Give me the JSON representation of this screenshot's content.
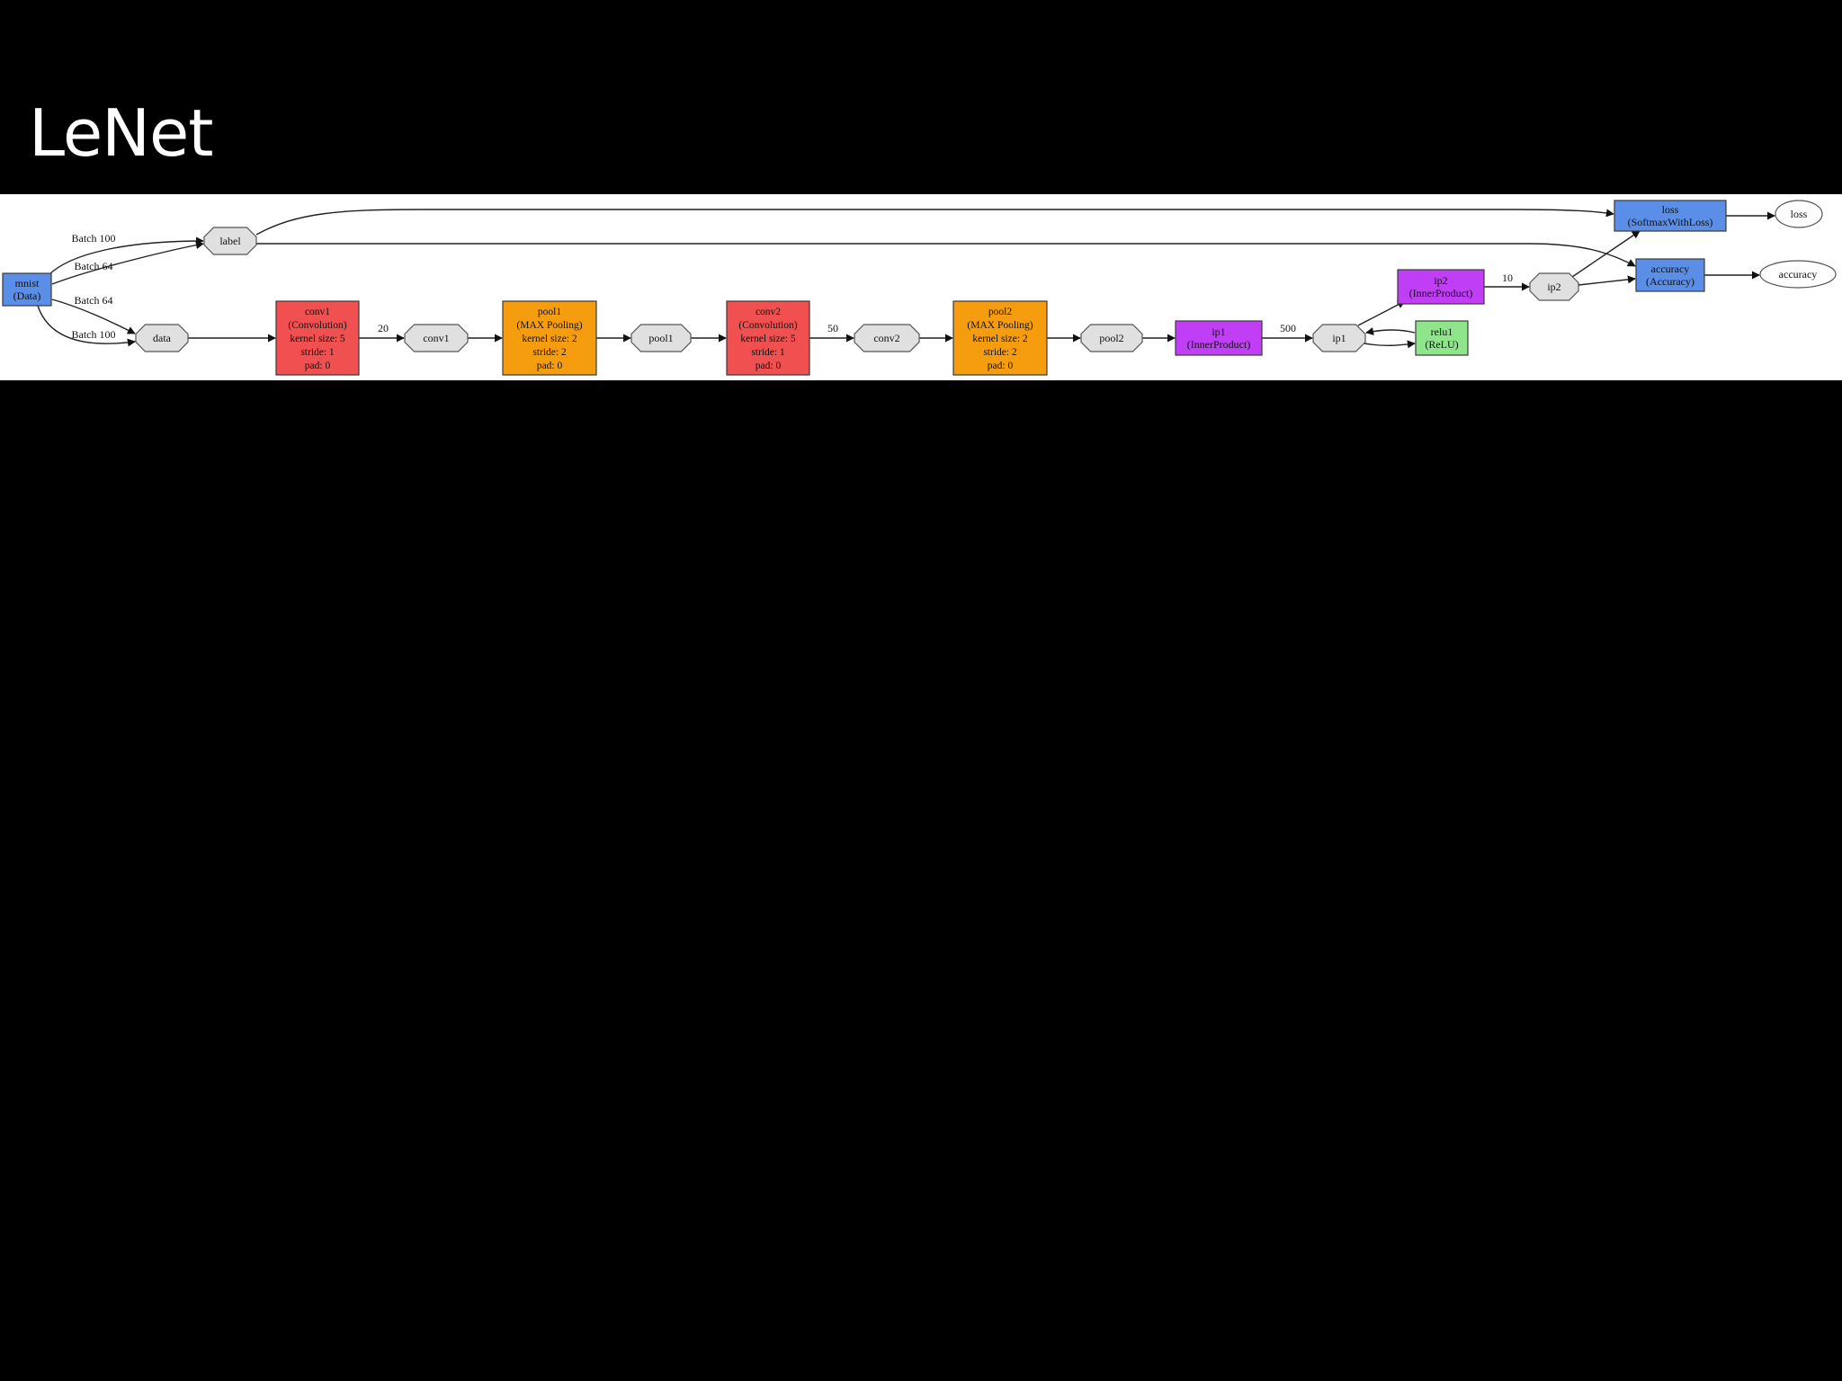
{
  "slide": {
    "title": "LeNet"
  },
  "colors": {
    "data_layer": "#5b8ee6",
    "convolution": "#f05050",
    "pooling": "#f59d0f",
    "inner_product": "#c03ef5",
    "relu": "#8fe68a",
    "blob": "#e0e0e0",
    "loss_layer": "#5b8ee6",
    "output": "#ffffff"
  },
  "diagram": {
    "nodes": [
      {
        "id": "mnist",
        "shape": "rect",
        "type": "data_layer",
        "lines": [
          "mnist",
          "(Data)"
        ]
      },
      {
        "id": "label_blob",
        "shape": "octagon",
        "type": "blob",
        "lines": [
          "label"
        ]
      },
      {
        "id": "data_blob",
        "shape": "octagon",
        "type": "blob",
        "lines": [
          "data"
        ]
      },
      {
        "id": "conv1",
        "shape": "rect",
        "type": "convolution",
        "lines": [
          "conv1",
          "(Convolution)",
          "kernel size: 5",
          "stride: 1",
          "pad: 0"
        ]
      },
      {
        "id": "conv1_blob",
        "shape": "octagon",
        "type": "blob",
        "lines": [
          "conv1"
        ]
      },
      {
        "id": "pool1",
        "shape": "rect",
        "type": "pooling",
        "lines": [
          "pool1",
          "(MAX Pooling)",
          "kernel size: 2",
          "stride: 2",
          "pad: 0"
        ]
      },
      {
        "id": "pool1_blob",
        "shape": "octagon",
        "type": "blob",
        "lines": [
          "pool1"
        ]
      },
      {
        "id": "conv2",
        "shape": "rect",
        "type": "convolution",
        "lines": [
          "conv2",
          "(Convolution)",
          "kernel size: 5",
          "stride: 1",
          "pad: 0"
        ]
      },
      {
        "id": "conv2_blob",
        "shape": "octagon",
        "type": "blob",
        "lines": [
          "conv2"
        ]
      },
      {
        "id": "pool2",
        "shape": "rect",
        "type": "pooling",
        "lines": [
          "pool2",
          "(MAX Pooling)",
          "kernel size: 2",
          "stride: 2",
          "pad: 0"
        ]
      },
      {
        "id": "pool2_blob",
        "shape": "octagon",
        "type": "blob",
        "lines": [
          "pool2"
        ]
      },
      {
        "id": "ip1",
        "shape": "rect",
        "type": "inner_product",
        "lines": [
          "ip1",
          "(InnerProduct)"
        ]
      },
      {
        "id": "ip1_blob",
        "shape": "octagon",
        "type": "blob",
        "lines": [
          "ip1"
        ]
      },
      {
        "id": "relu1",
        "shape": "rect",
        "type": "relu",
        "lines": [
          "relu1",
          "(ReLU)"
        ]
      },
      {
        "id": "ip2",
        "shape": "rect",
        "type": "inner_product",
        "lines": [
          "ip2",
          "(InnerProduct)"
        ]
      },
      {
        "id": "ip2_blob",
        "shape": "octagon",
        "type": "blob",
        "lines": [
          "ip2"
        ]
      },
      {
        "id": "loss",
        "shape": "rect",
        "type": "loss_layer",
        "lines": [
          "loss",
          "(SoftmaxWithLoss)"
        ]
      },
      {
        "id": "accuracy",
        "shape": "rect",
        "type": "loss_layer",
        "lines": [
          "accuracy",
          "(Accuracy)"
        ]
      },
      {
        "id": "loss_out",
        "shape": "ellipse",
        "type": "output",
        "lines": [
          "loss"
        ]
      },
      {
        "id": "accuracy_out",
        "shape": "ellipse",
        "type": "output",
        "lines": [
          "accuracy"
        ]
      }
    ],
    "edges": [
      {
        "from": "mnist",
        "to": "label_blob",
        "label": "Batch 100"
      },
      {
        "from": "mnist",
        "to": "label_blob",
        "label": "Batch 64"
      },
      {
        "from": "mnist",
        "to": "data_blob",
        "label": "Batch 64"
      },
      {
        "from": "mnist",
        "to": "data_blob",
        "label": "Batch 100"
      },
      {
        "from": "data_blob",
        "to": "conv1",
        "label": ""
      },
      {
        "from": "conv1",
        "to": "conv1_blob",
        "label": "20"
      },
      {
        "from": "conv1_blob",
        "to": "pool1",
        "label": ""
      },
      {
        "from": "pool1",
        "to": "pool1_blob",
        "label": ""
      },
      {
        "from": "pool1_blob",
        "to": "conv2",
        "label": ""
      },
      {
        "from": "conv2",
        "to": "conv2_blob",
        "label": "50"
      },
      {
        "from": "conv2_blob",
        "to": "pool2",
        "label": ""
      },
      {
        "from": "pool2",
        "to": "pool2_blob",
        "label": ""
      },
      {
        "from": "pool2_blob",
        "to": "ip1",
        "label": ""
      },
      {
        "from": "ip1",
        "to": "ip1_blob",
        "label": "500"
      },
      {
        "from": "ip1_blob",
        "to": "relu1",
        "label": ""
      },
      {
        "from": "relu1",
        "to": "ip1_blob",
        "label": ""
      },
      {
        "from": "ip1_blob",
        "to": "ip2",
        "label": ""
      },
      {
        "from": "ip2",
        "to": "ip2_blob",
        "label": "10"
      },
      {
        "from": "ip2_blob",
        "to": "loss",
        "label": ""
      },
      {
        "from": "ip2_blob",
        "to": "accuracy",
        "label": ""
      },
      {
        "from": "label_blob",
        "to": "loss",
        "label": ""
      },
      {
        "from": "label_blob",
        "to": "accuracy",
        "label": ""
      },
      {
        "from": "loss",
        "to": "loss_out",
        "label": ""
      },
      {
        "from": "accuracy",
        "to": "accuracy_out",
        "label": ""
      }
    ]
  }
}
